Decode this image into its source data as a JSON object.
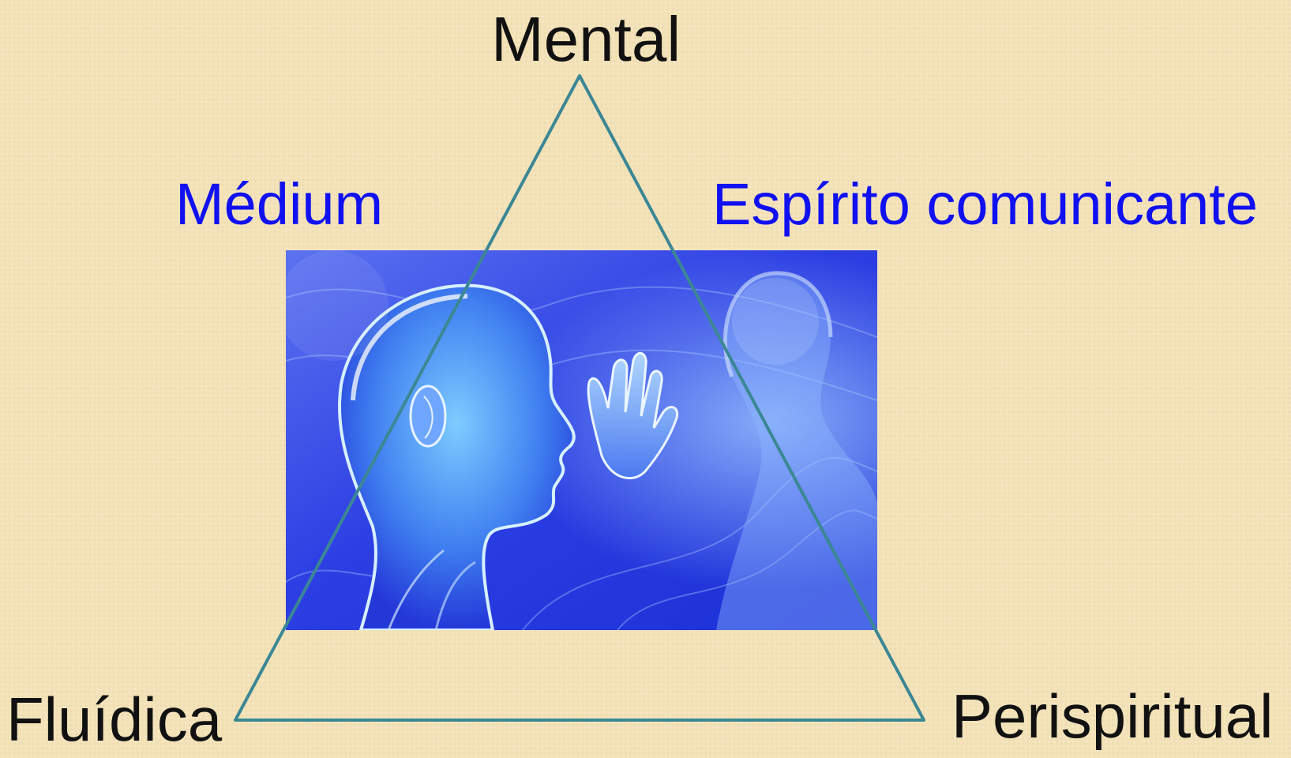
{
  "labels": {
    "top": "Mental",
    "left_top": "Médium",
    "right_top": "Espírito comunicante",
    "bottom_left": "Fluídica",
    "bottom_right": "Perispiritual"
  },
  "colors": {
    "background": "#f3e2b8",
    "dark_text": "#111111",
    "blue_text": "#1010f0",
    "triangle_stroke": "#3b8794",
    "illustration_base": "#2f4fe0"
  },
  "illustration": {
    "icon": "medium-and-spirit-illustration"
  }
}
